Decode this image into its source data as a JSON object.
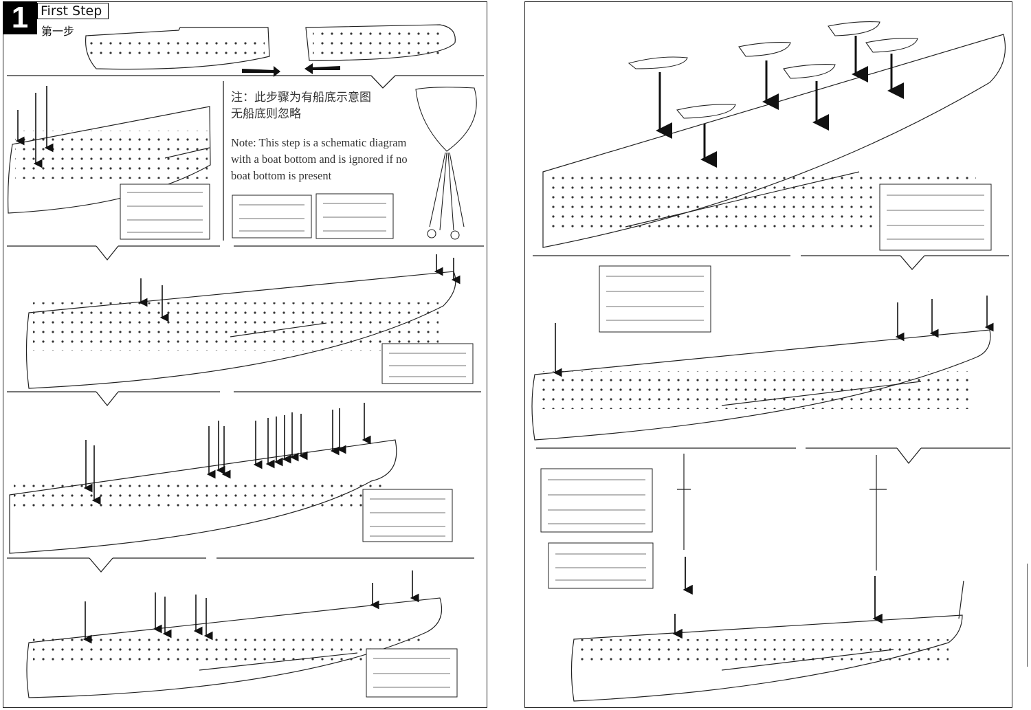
{
  "step": {
    "number": "1",
    "title_en": "First Step",
    "title_cn": "第一步"
  },
  "note": {
    "cn_line1": "注：此步骤为有船底示意图",
    "cn_line2": "无船底则忽略",
    "en_line1": "Note: This step is a schematic diagram",
    "en_line2": "with a boat bottom and is ignored if no",
    "en_line3": "boat bottom is present"
  },
  "icons": {
    "arrow": "down-arrow-icon",
    "join_arrows": "join-arrows-icon",
    "etch_sheet": "photo-etch-sheet-icon",
    "callout": "callout-pointer-icon"
  },
  "colors": {
    "line": "#222222",
    "hull_fill": "#ffffff",
    "badge": "#000000"
  }
}
